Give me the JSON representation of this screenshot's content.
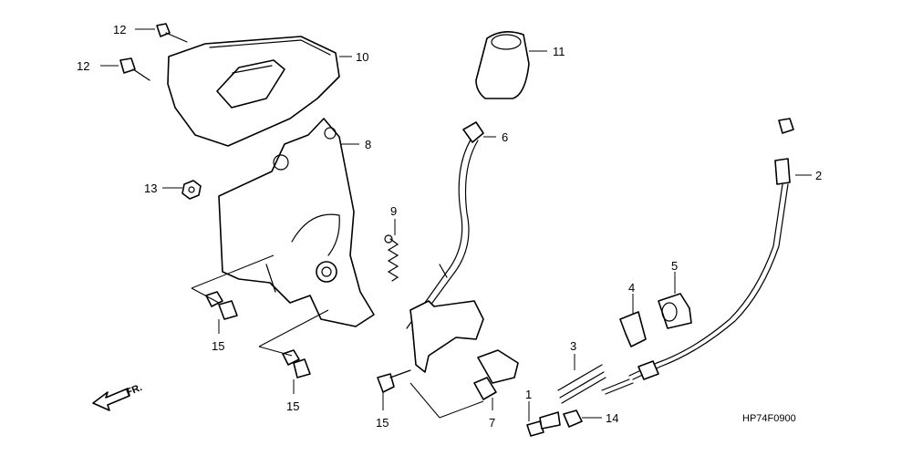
{
  "diagram_code": "HP74F0900",
  "front_label": "FR.",
  "callouts": {
    "p1": "1",
    "p2": "2",
    "p3": "3",
    "p4": "4",
    "p5": "5",
    "p6": "6",
    "p7": "7",
    "p8": "8",
    "p9": "9",
    "p10": "10",
    "p11": "11",
    "p12a": "12",
    "p12b": "12",
    "p13": "13",
    "p14": "14",
    "p15a": "15",
    "p15b": "15",
    "p15c": "15"
  }
}
